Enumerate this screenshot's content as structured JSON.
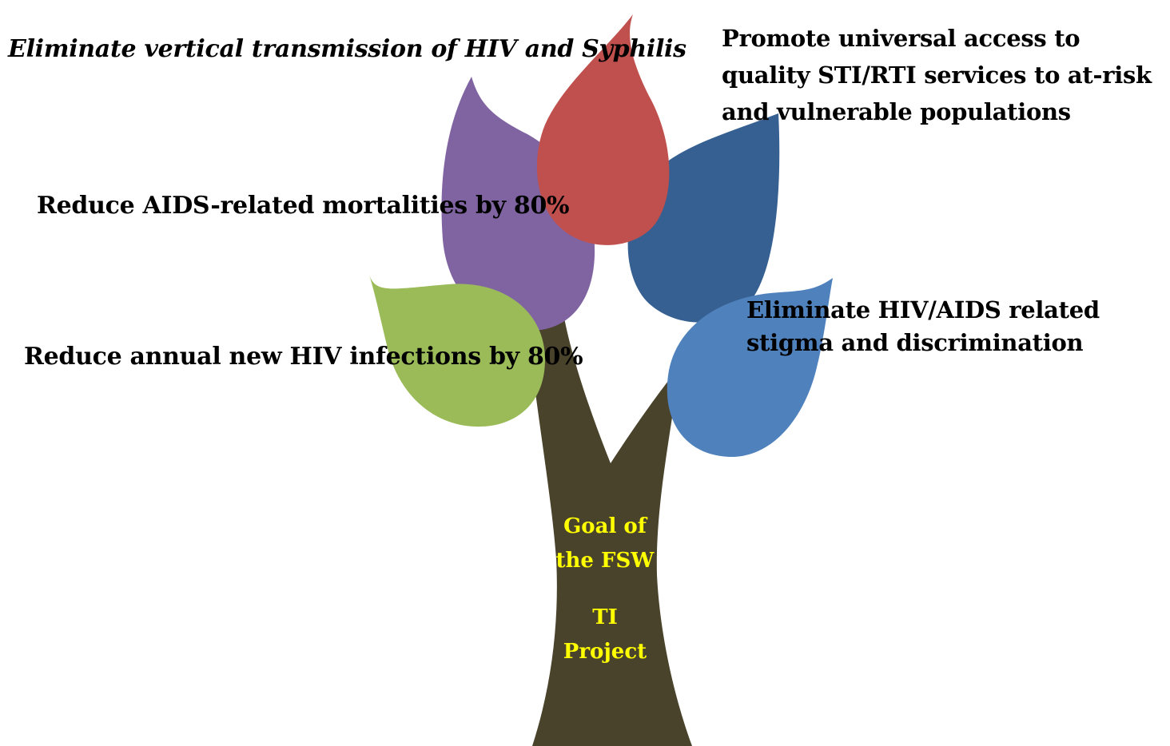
{
  "goals": {
    "vertical_transmission": "Eliminate vertical transmission of HIV and Syphilis",
    "universal_access": "Promote universal access to quality STI/RTI services to at-risk and vulnerable populations",
    "mortality": "Reduce AIDS-related mortalities by 80%",
    "stigma": "Eliminate HIV/AIDS related stigma and discrimination",
    "infections": "Reduce annual new HIV infections by 80%"
  },
  "trunk": {
    "line1": "Goal of the FSW",
    "line2": "TI Project"
  },
  "colors": {
    "trunk": "#4a432c",
    "leaf_red": "#c0504d",
    "leaf_purple": "#8064a2",
    "leaf_dark_blue": "#376092",
    "leaf_light_blue": "#4f81bd",
    "leaf_green": "#9bbb59",
    "trunk_text": "#ffff00"
  }
}
